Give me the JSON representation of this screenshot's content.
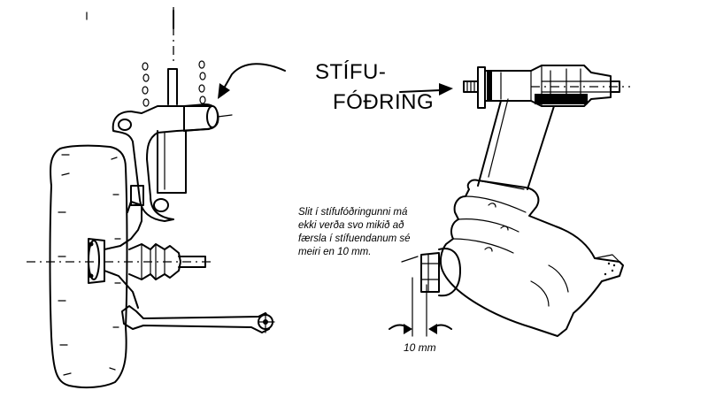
{
  "labels": {
    "part_name_line1": "STÍFU-",
    "part_name_line2": "FÓÐRING",
    "note_line1": "Slit í stífufóðringunni má",
    "note_line2": "ekki verða svo mikið að",
    "note_line3": "færsla í stífuendanum sé",
    "note_line4": "meiri en 10 mm.",
    "measure": "10 mm"
  }
}
